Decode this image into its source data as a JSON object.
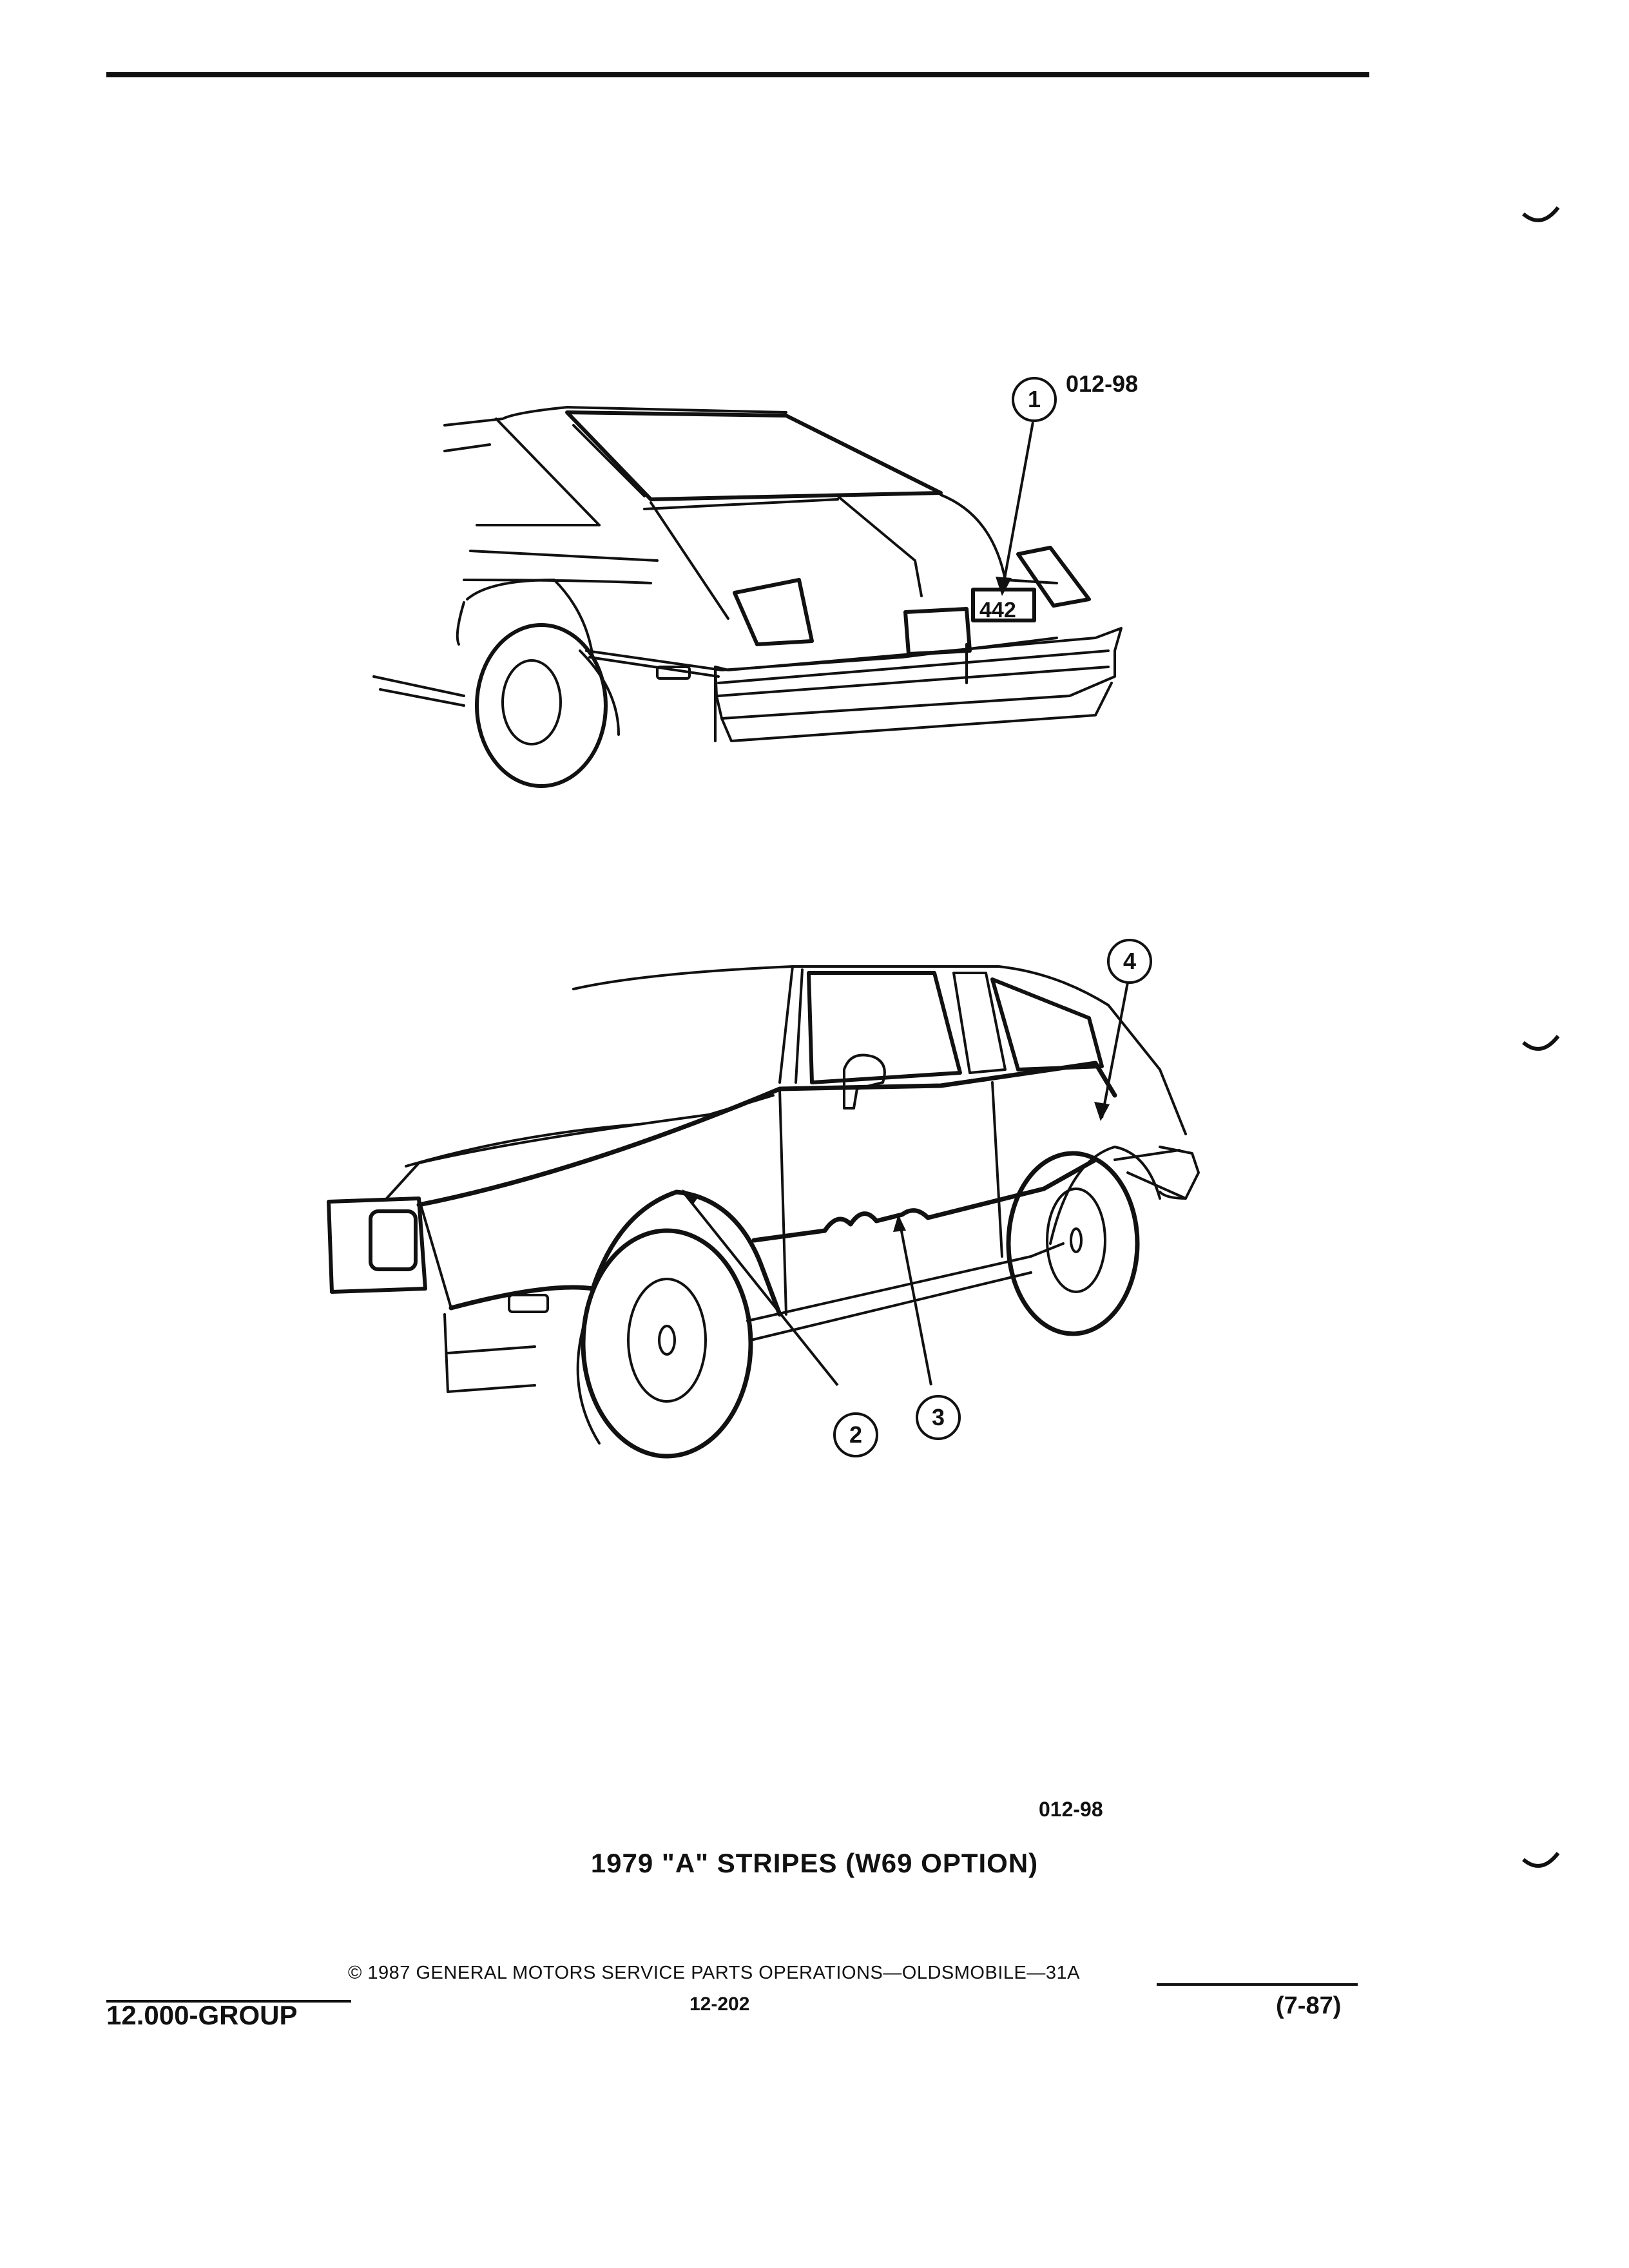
{
  "reference_code_top": "012-98",
  "reference_code_bottom": "012-98",
  "caption": "1979 \"A\" STRIPES (W69 OPTION)",
  "callouts": [
    "1",
    "2",
    "3",
    "4"
  ],
  "emblem_text": "442",
  "footer": {
    "copyright": "© 1987 GENERAL MOTORS SERVICE PARTS OPERATIONS—OLDSMOBILE—31A",
    "group": "12.000-GROUP",
    "page_number": "12-202",
    "revision": "(7-87)"
  }
}
